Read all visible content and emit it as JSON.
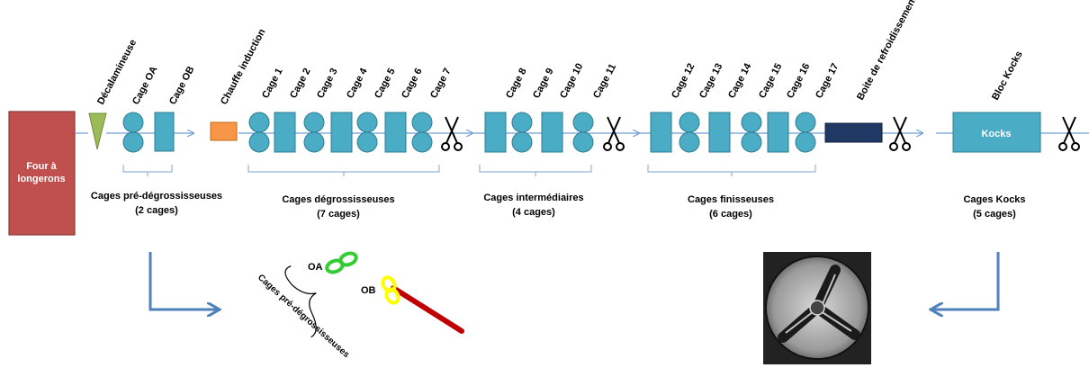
{
  "colors": {
    "furnace": "#c0504d",
    "furnace_border": "#8c3836",
    "cage": "#4bacc6",
    "cage_border": "#2c7d92",
    "line": "#6d9ed6",
    "descaler": "#9bbb59",
    "heater": "#f79646",
    "cooling_box": "#1f3864",
    "bracket": "#95b3d7",
    "arrow": "#4f81bd",
    "ring_green": "#33cc33",
    "ring_yellow": "#ffff00",
    "rod": "#c00000"
  },
  "furnace": {
    "label_line1": "Four à",
    "label_line2": "longerons"
  },
  "top_labels": {
    "descaler": "Décalamineuse",
    "cage_oa": "Cage OA",
    "cage_ob": "Cage OB",
    "induction": "Chauffe induction",
    "cage_1": "Cage 1",
    "cage_2": "Cage 2",
    "cage_3": "Cage 3",
    "cage_4": "Cage 4",
    "cage_5": "Cage 5",
    "cage_6": "Cage 6",
    "cage_7": "Cage 7",
    "cage_8": "Cage 8",
    "cage_9": "Cage 9",
    "cage_10": "Cage 10",
    "cage_11": "Cage 11",
    "cage_12": "Cage 12",
    "cage_13": "Cage 13",
    "cage_14": "Cage 14",
    "cage_15": "Cage 15",
    "cage_16": "Cage 16",
    "cage_17": "Cage 17",
    "cooling": "Boite de refroidissement",
    "kocks_block": "Bloc Kocks"
  },
  "kocks_box_label": "Kocks",
  "groups": [
    {
      "name": "Cages pré-dégrossisseuses",
      "count": "(2 cages)"
    },
    {
      "name": "Cages dégrossisseuses",
      "count": "(7 cages)"
    },
    {
      "name": "Cages intermédiaires",
      "count": "(4 cages)"
    },
    {
      "name": "Cages finisseuses",
      "count": "(6 cages)"
    },
    {
      "name": "Cages Kocks",
      "count": "(5 cages)"
    }
  ],
  "detail": {
    "oa_label": "OA",
    "ob_label": "OB",
    "brace_label": "Cages pré-dégrossisseuses"
  }
}
